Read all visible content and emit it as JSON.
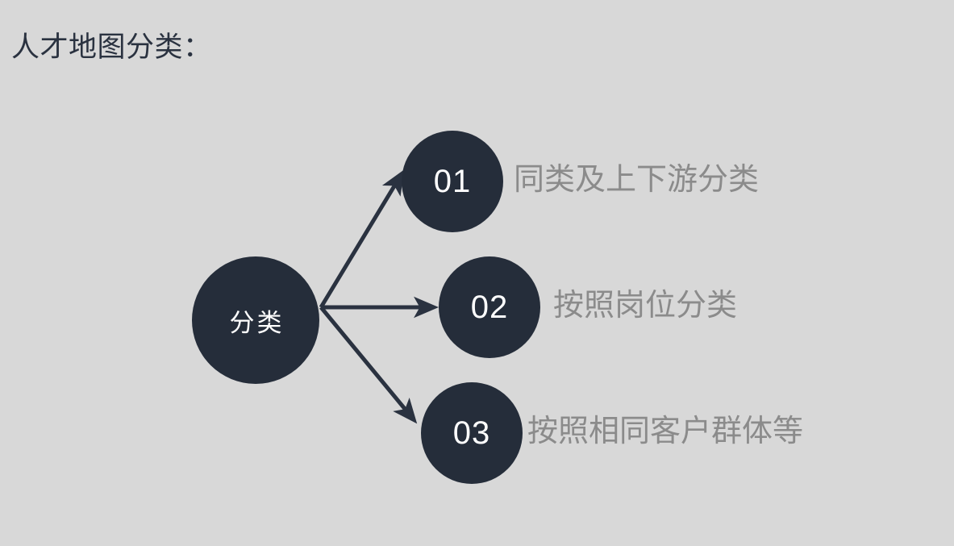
{
  "slide": {
    "title": "人才地图分类：",
    "background_color": "#d8d8d8",
    "title_color": "#2a3240",
    "node_color": "#252d3a",
    "label_color": "#8b8b8b",
    "arrow_color": "#2a3240"
  },
  "center_node": {
    "text": "分类"
  },
  "branches": [
    {
      "number": "01",
      "label": "同类及上下游分类"
    },
    {
      "number": "02",
      "label": "按照岗位分类"
    },
    {
      "number": "03",
      "label": "按照相同客户群体等"
    }
  ]
}
